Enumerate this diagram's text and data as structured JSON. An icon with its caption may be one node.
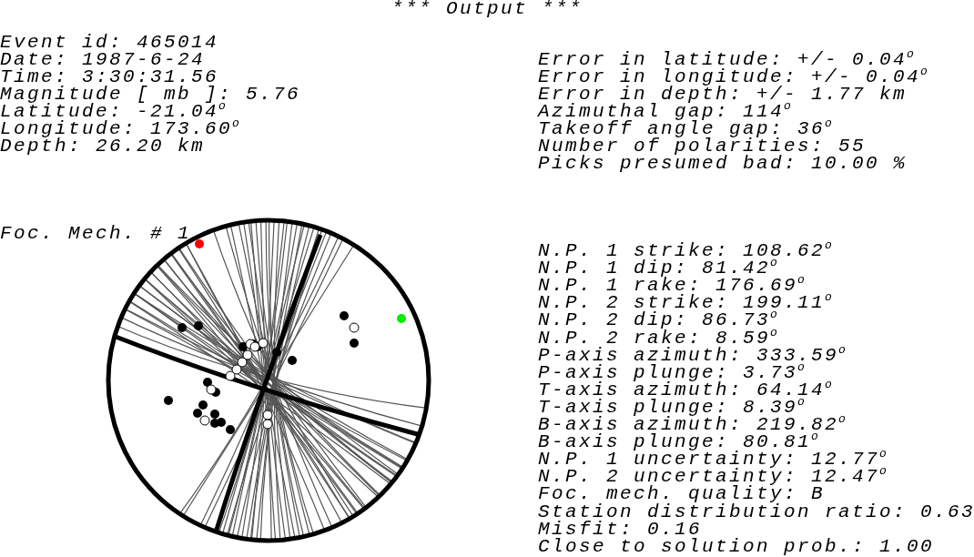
{
  "diagram": {
    "title": "*** Output ***",
    "labels": [
      "Event id: 465014",
      "Date: 1987-6-24",
      "Time: 3:30:31.56",
      "Magnitude [ mb ]: 5.76",
      "Latitude: -21.04$^{o}$",
      "Longitude: 173.60$^{o}$",
      "Depth: 26.20 km",
      "Error in latitude: +/- 0.04$^{o}$",
      "Error in longitude: +/- 0.04$^{o}$",
      "Error in depth: +/- 1.77 km",
      "Azimuthal gap: 114$^{o}$",
      "Takeoff angle gap: 36$^{o}$",
      "Number of polarities: 55",
      "Picks presumed bad: 10.00 %",
      "Foc. Mech. # 1",
      "N.P. 1 strike: 108.62$^{o}$",
      "N.P. 1 dip: 81.42$^{o}$",
      "N.P. 1 rake: 176.69$^{o}$",
      "N.P. 2 strike: 199.11$^{o}$",
      "N.P. 2 dip: 86.73$^{o}$",
      "N.P. 2 rake: 8.59$^{o}$",
      "P-axis azimuth: 333.59$^{o}$",
      "P-axis plunge: 3.73$^{o}$",
      "T-axis azimuth: 64.14$^{o}$",
      "T-axis plunge: 8.39$^{o}$",
      "B-axis azimuth: 219.82$^{o}$",
      "B-axis plunge: 80.81$^{o}$",
      "N.P. 1 uncertainty: 12.77$^{o}$",
      "N.P. 2 uncertainty: 12.47$^{o}$",
      "Foc. mech. quality: B",
      "Station distribution ratio: 0.63",
      "Misfit: 0.16",
      "Close to solution prob.: 1.00"
    ]
  }
}
